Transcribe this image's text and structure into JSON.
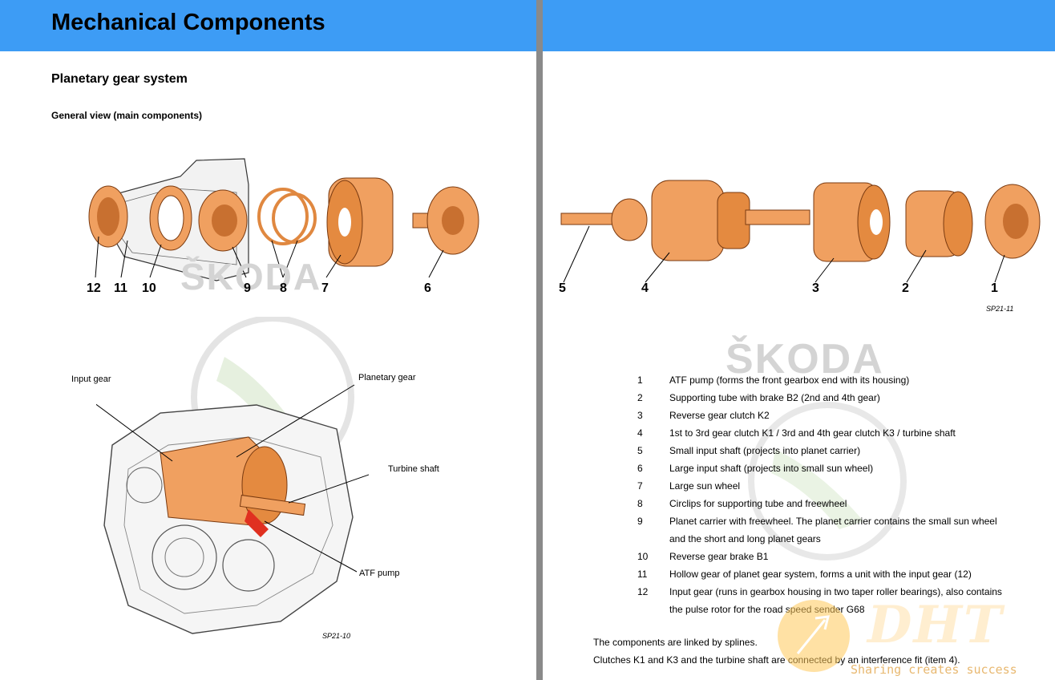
{
  "left_page": {
    "title": "Mechanical Components",
    "section_title": "Planetary gear system",
    "subsection_title": "General view (main components)",
    "top_figure": {
      "callouts": [
        "12",
        "11",
        "10",
        "9",
        "8",
        "7",
        "6"
      ],
      "watermark": "ŠKODA"
    },
    "bottom_figure": {
      "labels": {
        "input_gear": "Input gear",
        "planetary_gear": "Planetary gear",
        "turbine_shaft": "Turbine shaft",
        "atf_pump": "ATF pump"
      },
      "figure_code": "SP21-10"
    }
  },
  "right_page": {
    "top_figure": {
      "callouts": [
        "5",
        "4",
        "3",
        "2",
        "1"
      ],
      "figure_code": "SP21-11"
    },
    "watermark": "ŠKODA",
    "legend": [
      {
        "num": "1",
        "text": "ATF pump (forms the front gearbox end with its housing)"
      },
      {
        "num": "2",
        "text": "Supporting tube with brake B2 (2nd and 4th gear)"
      },
      {
        "num": "3",
        "text": "Reverse gear clutch K2"
      },
      {
        "num": "4",
        "text": "1st to 3rd gear clutch K1 / 3rd and 4th gear clutch K3 / turbine shaft"
      },
      {
        "num": "5",
        "text": "Small input shaft (projects into planet carrier)"
      },
      {
        "num": "6",
        "text": "Large input shaft (projects into small sun wheel)"
      },
      {
        "num": "7",
        "text": "Large sun wheel"
      },
      {
        "num": "8",
        "text": "Circlips for supporting tube and freewheel"
      },
      {
        "num": "9",
        "text": "Planet carrier with freewheel. The planet carrier contains the small sun wheel and the short and long planet gears"
      },
      {
        "num": "10",
        "text": "Reverse gear brake B1"
      },
      {
        "num": "11",
        "text": "Hollow gear of planet gear system, forms a unit with the input gear (12)"
      },
      {
        "num": "12",
        "text": "Input gear (runs in gearbox housing in two taper roller bearings), also contains the pulse rotor for the road speed sender G68"
      }
    ],
    "notes": [
      "The components are linked by splines.",
      "Clutches K1 and K3 and the turbine shaft are connected by an interference fit (item 4)."
    ],
    "dht": {
      "logo": "DHT",
      "slogan": "Sharing creates success"
    }
  },
  "colors": {
    "header_blue": "#3d9cf5",
    "component_orange": "#f0a060",
    "component_dark": "#c87030",
    "page_gap_gray": "#8a8a8a"
  }
}
